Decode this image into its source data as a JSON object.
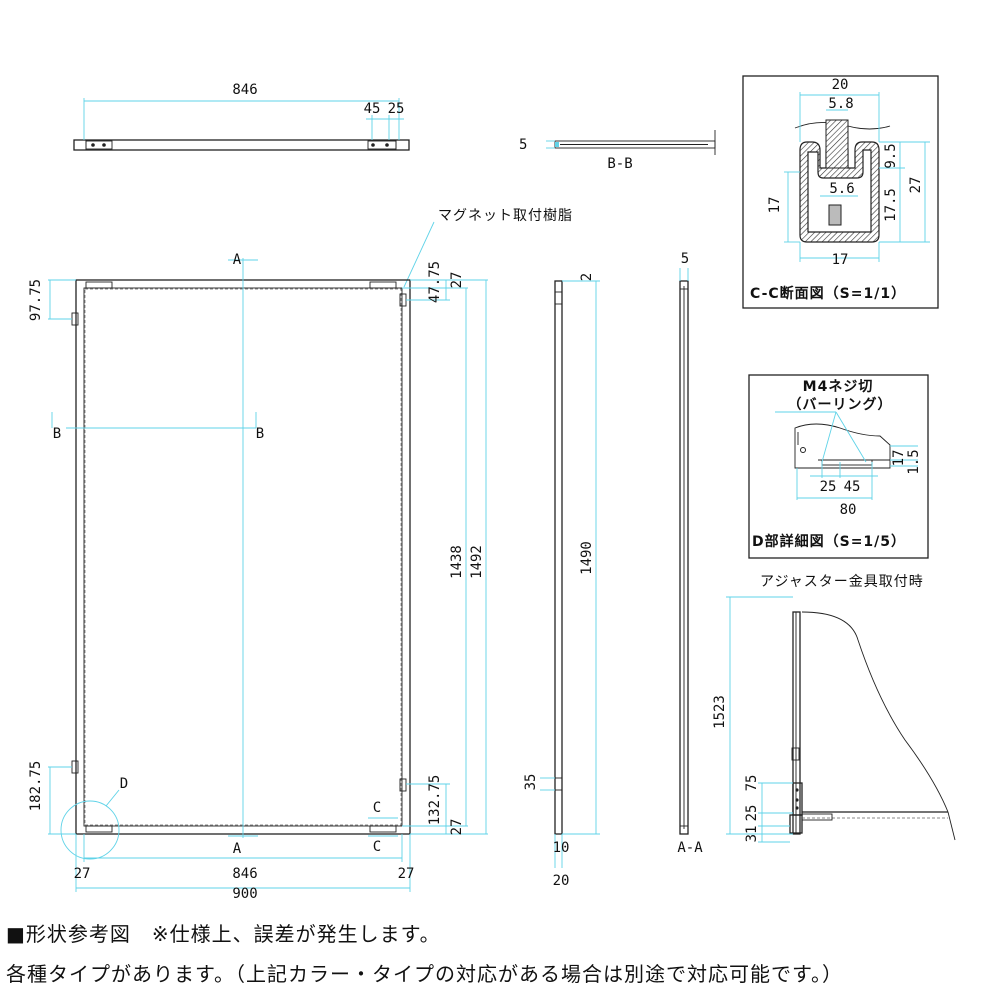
{
  "top_view": {
    "width": "846",
    "hole_a": "45",
    "hole_b": "25"
  },
  "section_bb": {
    "thickness": "5",
    "label": "B-B"
  },
  "magnet_label": "マグネット取付樹脂",
  "front": {
    "mark_a_top": "A",
    "mark_a_bottom": "A",
    "mark_b_left": "B",
    "mark_b_right": "B",
    "mark_c_top": "C",
    "mark_c_bottom": "C",
    "mark_d": "D",
    "left_top": "97.75",
    "left_bottom": "182.75",
    "right_top_a": "47.75",
    "right_top_b": "27",
    "right_bottom_a": "132.75",
    "right_bottom_b": "27",
    "inner_height": "1438",
    "outer_height": "1492",
    "bottom_left": "27",
    "inner_width": "846",
    "bottom_right": "27",
    "outer_width": "900"
  },
  "side_view": {
    "top": "2",
    "height": "1490",
    "mid": "35",
    "bottom_a": "10",
    "bottom_b": "20"
  },
  "section_aa": {
    "top": "5",
    "label": "A-A"
  },
  "section_cc": {
    "title": "C-C断面図（S=1/1）",
    "w20": "20",
    "w58": "5.8",
    "w56": "5.6",
    "h17": "17",
    "w17": "17",
    "h95": "9.5",
    "h175": "17.5",
    "h27": "27"
  },
  "detail_d": {
    "title": "D部詳細図（S=1/5）",
    "note1": "M4ネジ切",
    "note2": "（バーリング）",
    "d25": "25",
    "d45": "45",
    "d80": "80",
    "d17": "17",
    "d15": "1.5"
  },
  "adjuster": {
    "title": "アジャスター金具取付時",
    "h1523": "1523",
    "h75": "75",
    "h25": "25",
    "h31": "31"
  },
  "caption": {
    "line1": "■形状参考図　※仕様上、誤差が発生します。",
    "line2": "各種タイプがあります。（上記カラー・タイプの対応がある場合は別途で対応可能です。）"
  }
}
